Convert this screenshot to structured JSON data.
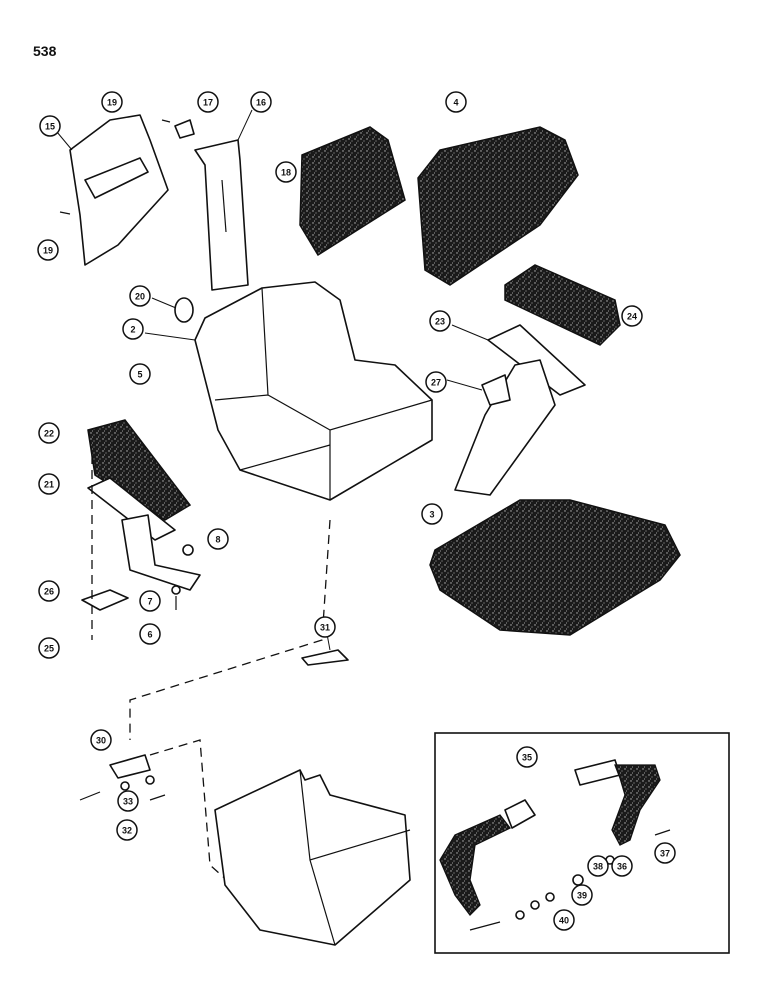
{
  "page": {
    "number": "538"
  },
  "callouts": [
    {
      "id": "c19a",
      "label": "19",
      "part": "screw"
    },
    {
      "id": "c17",
      "label": "17",
      "part": "clip"
    },
    {
      "id": "c16",
      "label": "16",
      "part": "seat-back-bracket"
    },
    {
      "id": "c4",
      "label": "4",
      "part": "seat-back-cushion"
    },
    {
      "id": "c15",
      "label": "15",
      "part": "side-panel"
    },
    {
      "id": "c18",
      "label": "18",
      "part": "backrest-pad"
    },
    {
      "id": "c19b",
      "label": "19",
      "part": "screw"
    },
    {
      "id": "c20",
      "label": "20",
      "part": "knob"
    },
    {
      "id": "c24",
      "label": "24",
      "part": "armrest-pad-right"
    },
    {
      "id": "c2",
      "label": "2",
      "part": "seat-pan"
    },
    {
      "id": "c23",
      "label": "23",
      "part": "armrest-bracket-right"
    },
    {
      "id": "c5",
      "label": "5",
      "part": "screw"
    },
    {
      "id": "c27",
      "label": "27",
      "part": "armrest-mount-right"
    },
    {
      "id": "c22",
      "label": "22",
      "part": "armrest-pad-left"
    },
    {
      "id": "c21",
      "label": "21",
      "part": "armrest-bracket-left"
    },
    {
      "id": "c3",
      "label": "3",
      "part": "seat-cushion"
    },
    {
      "id": "c8",
      "label": "8",
      "part": "nut"
    },
    {
      "id": "c26",
      "label": "26",
      "part": "armrest-mount-left"
    },
    {
      "id": "c7",
      "label": "7",
      "part": "washer"
    },
    {
      "id": "c6",
      "label": "6",
      "part": "bolt"
    },
    {
      "id": "c25",
      "label": "25",
      "part": "screw"
    },
    {
      "id": "c31",
      "label": "31",
      "part": "plate"
    },
    {
      "id": "c30",
      "label": "30",
      "part": "clamp"
    },
    {
      "id": "c35",
      "label": "35",
      "part": "seat-belt"
    },
    {
      "id": "c33",
      "label": "33",
      "part": "nut"
    },
    {
      "id": "c32",
      "label": "32",
      "part": "bolt"
    },
    {
      "id": "c37",
      "label": "37",
      "part": "belt-bolt"
    },
    {
      "id": "c36",
      "label": "36",
      "part": "spacer"
    },
    {
      "id": "c38",
      "label": "38",
      "part": "washer"
    },
    {
      "id": "c39",
      "label": "39",
      "part": "washer"
    },
    {
      "id": "c40",
      "label": "40",
      "part": "bushing"
    }
  ]
}
